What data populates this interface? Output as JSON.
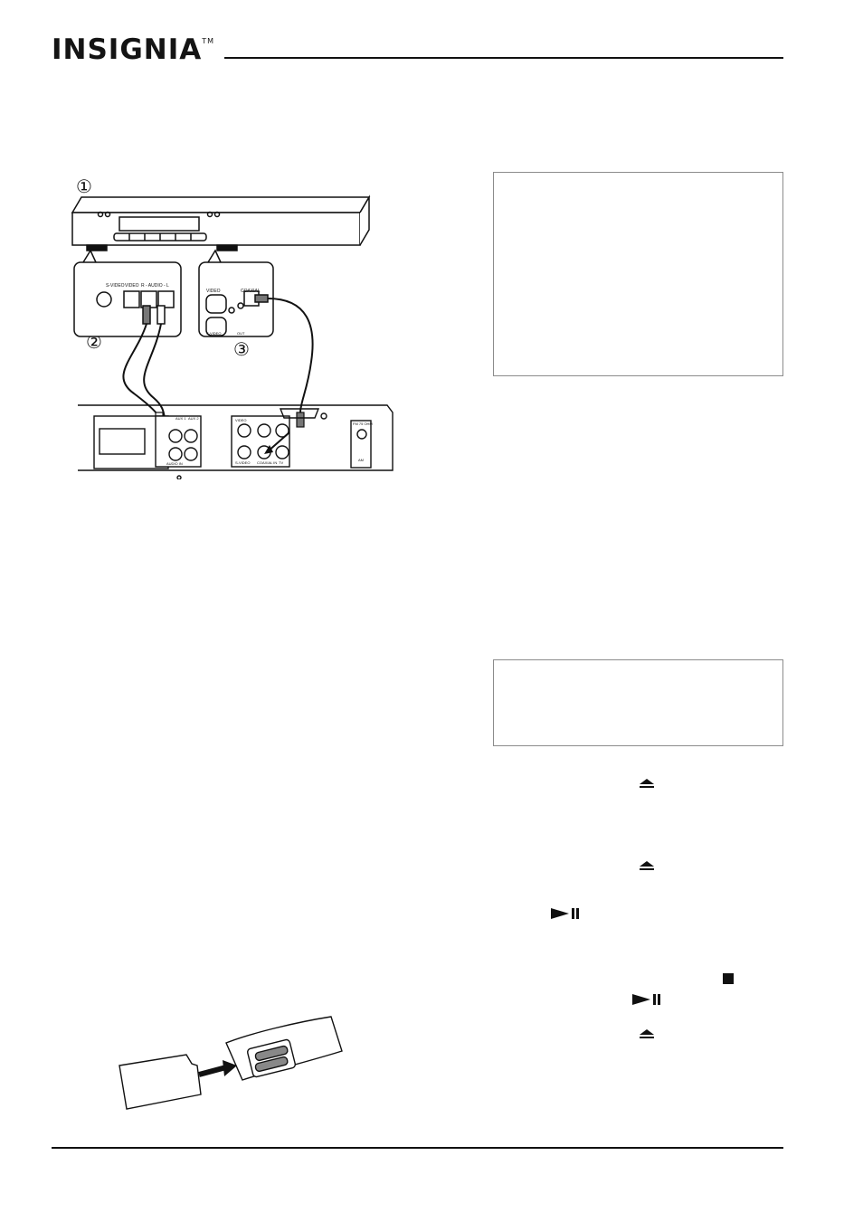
{
  "header": {
    "brand": "INSIGNIA",
    "trademark": "TM"
  },
  "diagram": {
    "callout_1": "①",
    "callout_2": "②",
    "callout_3": "③",
    "panel_2_labels": [
      "S-VIDEO",
      "VIDEO",
      "R - AUDIO - L"
    ],
    "panel_3_labels": [
      "VIDEO",
      "COAXIAL",
      "S-VIDEO",
      "OUT"
    ],
    "receiver_labels": [
      "AUX 1",
      "AUX 2",
      "AUDIO IN",
      "VIDEO",
      "S-VIDEO",
      "COAXIAL IN",
      "TV",
      "FM 75 OHM",
      "AM"
    ]
  },
  "icons": {
    "eject_1": "eject-icon",
    "eject_2": "eject-icon",
    "play_pause_1": "play-pause-icon",
    "stop": "stop-icon",
    "play_pause_2": "play-pause-icon",
    "eject_3": "eject-icon"
  }
}
